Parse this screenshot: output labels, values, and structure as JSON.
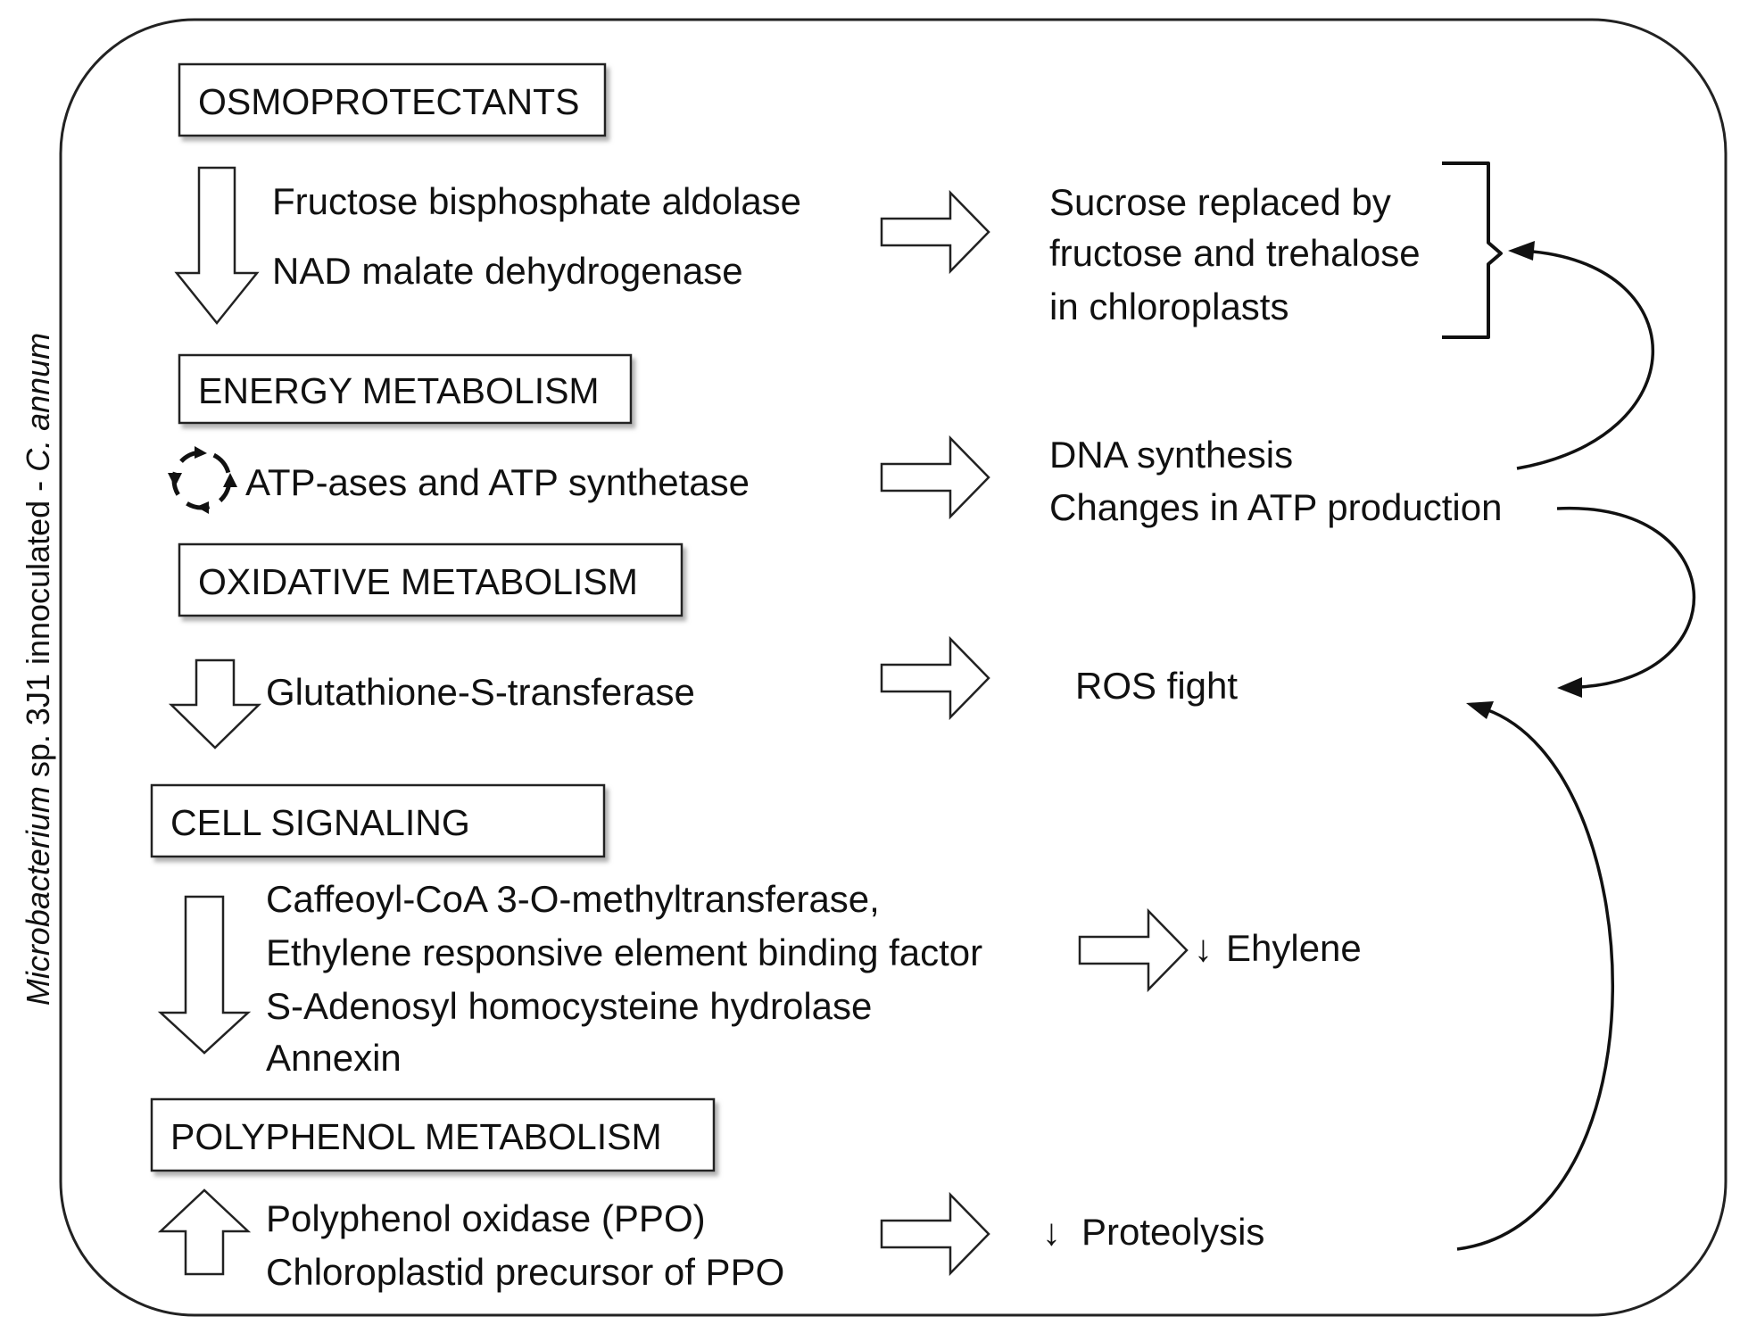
{
  "side_label": {
    "italic_part": "Microbacterium",
    "plain_part": " sp. 3J1 innoculated - ",
    "italic_part2": "C. annum"
  },
  "sections": [
    {
      "header": "OSMOPROTECTANTS",
      "regulation": "down",
      "items": [
        "Fructose bisphosphate aldolase",
        "NAD malate dehydrogenase"
      ],
      "effect": [
        "Sucrose replaced by",
        "fructose and trehalose",
        "in chloroplasts"
      ]
    },
    {
      "header": "ENERGY METABOLISM",
      "regulation": "cycle",
      "items": [
        "ATP-ases and ATP synthetase"
      ],
      "effect": [
        "DNA synthesis",
        "Changes in ATP production"
      ]
    },
    {
      "header": "OXIDATIVE METABOLISM",
      "regulation": "down",
      "items": [
        "Glutathione-S-transferase"
      ],
      "effect": [
        "ROS fight"
      ]
    },
    {
      "header": "CELL SIGNALING",
      "regulation": "down",
      "items": [
        "Caffeoyl-CoA 3-O-methyltransferase,",
        "Ethylene responsive element binding factor",
        "S-Adenosyl homocysteine hydrolase",
        "Annexin"
      ],
      "effect": [
        "Ehylene"
      ],
      "effect_direction": "decrease"
    },
    {
      "header": "POLYPHENOL METABOLISM",
      "regulation": "up",
      "items": [
        "Polyphenol oxidase (PPO)",
        "Chloroplastid precursor of PPO"
      ],
      "effect": [
        "Proteolysis"
      ],
      "effect_direction": "decrease"
    }
  ],
  "decrease_symbol": "↓",
  "connections": [
    {
      "from": "DNA synthesis",
      "to": "Sucrose replaced by fructose and trehalose in chloroplasts"
    },
    {
      "from": "Changes in ATP production",
      "to": "ROS fight"
    },
    {
      "from": "Proteolysis",
      "to": "ROS fight"
    }
  ]
}
